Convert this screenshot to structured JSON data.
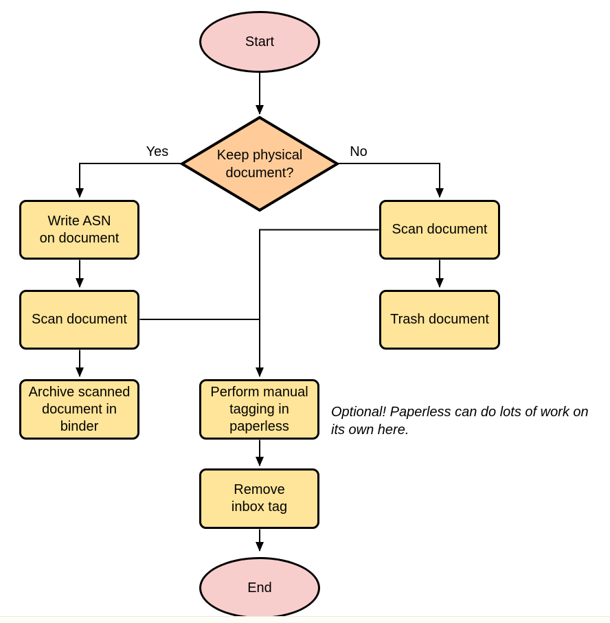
{
  "nodes": {
    "start": {
      "label": "Start",
      "type": "terminal"
    },
    "decision": {
      "label": "Keep physical\ndocument?",
      "type": "decision"
    },
    "write_asn": {
      "label": "Write ASN\non document",
      "type": "process"
    },
    "scan_left": {
      "label": "Scan document",
      "type": "process"
    },
    "archive": {
      "label": "Archive scanned\ndocument in\nbinder",
      "type": "process"
    },
    "scan_right": {
      "label": "Scan document",
      "type": "process"
    },
    "trash": {
      "label": "Trash document",
      "type": "process"
    },
    "tagging": {
      "label": "Perform manual\ntagging in\npaperless",
      "type": "process"
    },
    "remove_inbox": {
      "label": "Remove\ninbox tag",
      "type": "process"
    },
    "end": {
      "label": "End",
      "type": "terminal"
    }
  },
  "edge_labels": {
    "yes": "Yes",
    "no": "No"
  },
  "annotation": "Optional! Paperless can do lots of work on\nits own here.",
  "colors": {
    "terminal_fill": "#f8cecc",
    "decision_fill": "#ffcc99",
    "process_fill": "#ffe599",
    "stroke": "#000000"
  }
}
